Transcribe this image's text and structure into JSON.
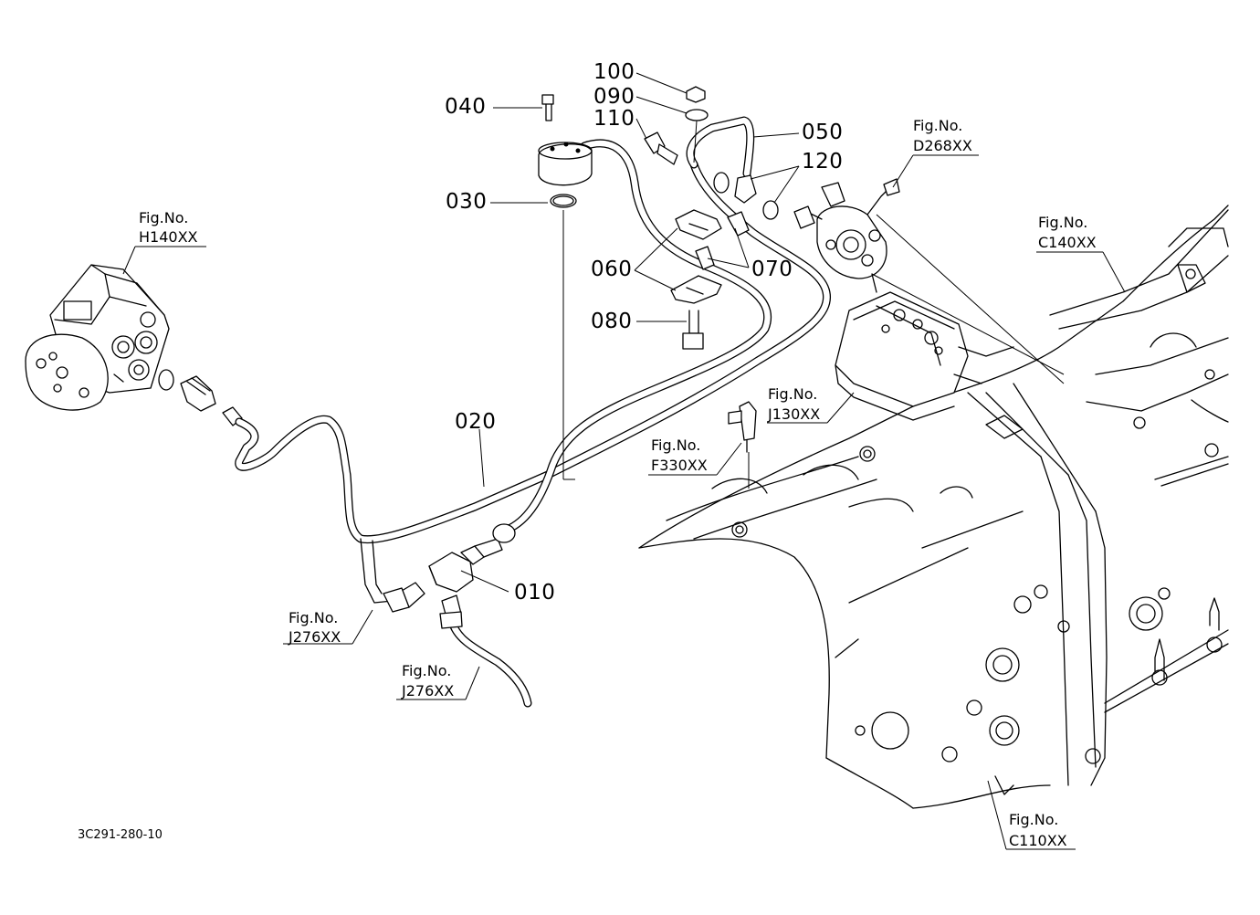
{
  "diagram": {
    "drawing_code": "3C291-280-10",
    "part_numbers": {
      "p010": "010",
      "p020": "020",
      "p030": "030",
      "p040": "040",
      "p050": "050",
      "p060": "060",
      "p070": "070",
      "p080": "080",
      "p090": "090",
      "p100": "100",
      "p110": "110",
      "p120": "120"
    },
    "figure_refs": {
      "caption": "Fig.No.",
      "h140": "H140XX",
      "d268": "D268XX",
      "c140": "C140XX",
      "j130": "J130XX",
      "f330": "F330XX",
      "j276_left": "J276XX",
      "j276_bottom": "J276XX",
      "c110": "C110XX"
    }
  }
}
